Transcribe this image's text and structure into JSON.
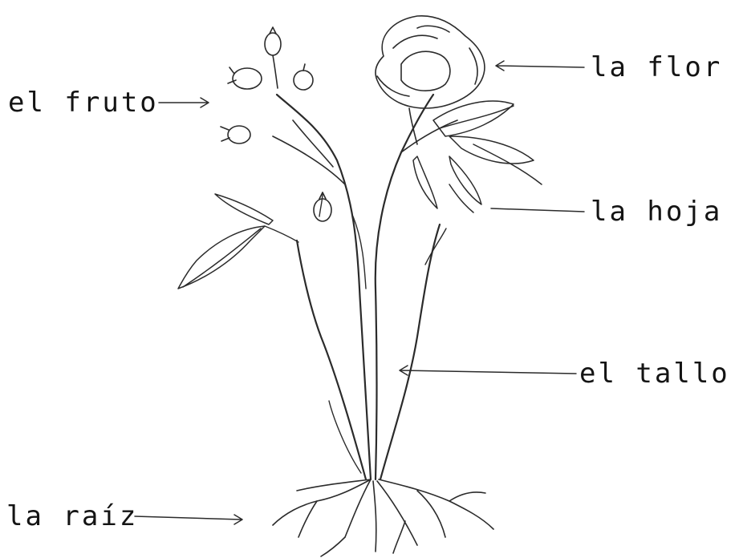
{
  "labels": {
    "fruto": "el fruto",
    "flor": "la flor",
    "hoja": "la hoja",
    "tallo": "el tallo",
    "raiz": "la raíz"
  },
  "colors": {
    "ink": "#2b2b2b",
    "background": "#ffffff"
  }
}
